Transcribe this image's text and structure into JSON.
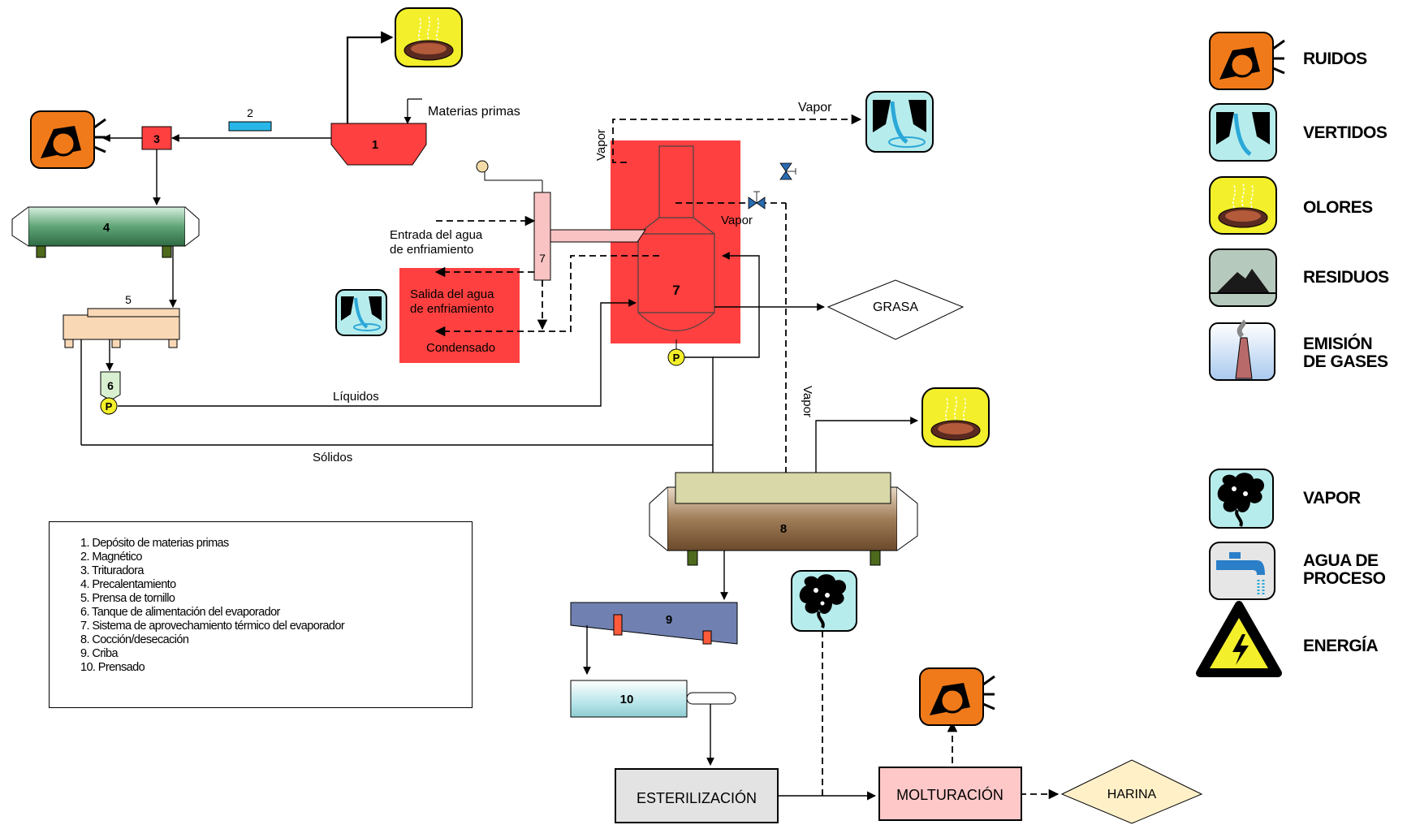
{
  "equipment": {
    "e1": "1",
    "e2": "2",
    "e3": "3",
    "e4": "4",
    "e5": "5",
    "e6": "6",
    "e7a": "7",
    "e7b": "7",
    "e8": "8",
    "e9": "9",
    "e10": "10",
    "pump": "P"
  },
  "labels": {
    "materias_primas": "Materias primas",
    "vapor_top": "Vapor",
    "vapor_vertical_left": "Vapor",
    "vapor_mid": "Vapor",
    "vapor_vertical_right": "Vapor",
    "entrada_agua_1": "Entrada del agua",
    "entrada_agua_2": "de enfriamiento",
    "salida_agua_1": "Salida del agua",
    "salida_agua_2": "de enfriamiento",
    "condensado": "Condensado",
    "liquidos": "Líquidos",
    "solidos": "Sólidos",
    "grasa": "GRASA",
    "esterilizacion": "ESTERILIZACIÓN",
    "molturacion": "MOLTURACIÓN",
    "harina": "HARINA"
  },
  "process_list": [
    "1. Depósito de materias primas",
    "2. Magnético",
    "3. Trituradora",
    "4. Precalentamiento",
    "5. Prensa de tornillo",
    "6. Tanque de alimentación del evaporador",
    "7. Sistema de aprovechamiento térmico del evaporador",
    "8. Cocción/desecación",
    "9. Criba",
    "10. Prensado"
  ],
  "legend": {
    "ruidos": "RUIDOS",
    "vertidos": "VERTIDOS",
    "olores": "OLORES",
    "residuos": "RESIDUOS",
    "emision_1": "EMISIÓN",
    "emision_2": "DE GASES",
    "vapor": "VAPOR",
    "agua_1": "AGUA DE",
    "agua_2": "PROCESO",
    "energia": "ENERGÍA"
  },
  "colors": {
    "evaporator_zone": "#ff4040",
    "noise_icon": "#f07a1a",
    "odor_icon": "#f3ef2a",
    "water_icon": "#b7ecec",
    "heater_tank": "#7fb88e",
    "cooker_tank": "#8a6a4a",
    "press_table": "#f9d8b6"
  }
}
